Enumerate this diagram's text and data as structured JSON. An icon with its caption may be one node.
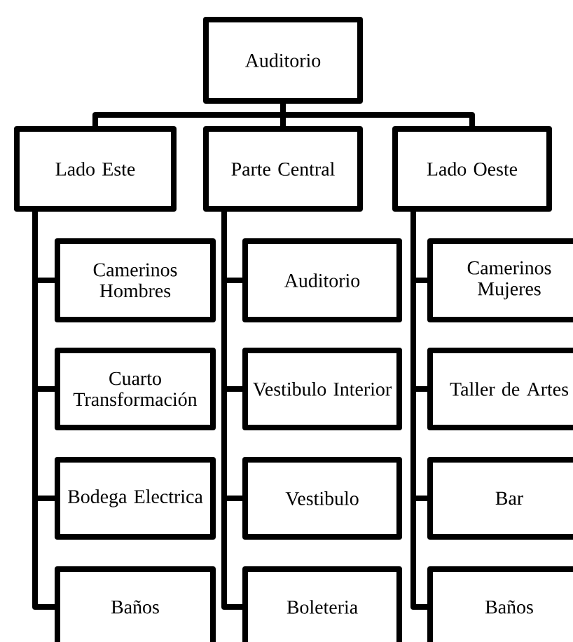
{
  "diagram": {
    "nodes": [
      {
        "text": [
          "Auditorio"
        ]
      },
      {
        "text": [
          "Lado Este"
        ]
      },
      {
        "text": [
          "Parte Central"
        ]
      },
      {
        "text": [
          "Lado Oeste"
        ]
      },
      {
        "text": [
          "Camerinos Hombres"
        ]
      },
      {
        "text": [
          "Cuarto Transformación"
        ]
      },
      {
        "text": [
          "Bodega Electrica"
        ]
      },
      {
        "text": [
          "Baños"
        ]
      },
      {
        "text": [
          "Auditorio"
        ]
      },
      {
        "text": [
          "Vestibulo Interior"
        ]
      },
      {
        "text": [
          "Vestibulo"
        ]
      },
      {
        "text": [
          "Boleteria"
        ]
      },
      {
        "text": [
          "Camerinos Mujeres"
        ]
      },
      {
        "text": [
          "Taller de Artes"
        ]
      },
      {
        "text": [
          "Bar"
        ]
      },
      {
        "text": [
          "Baños"
        ]
      }
    ],
    "edges": [
      {
        "from": 0,
        "to": 1,
        "arrow": "none"
      },
      {
        "from": 0,
        "to": 2,
        "arrow": "none"
      },
      {
        "from": 0,
        "to": 3,
        "arrow": "none"
      },
      {
        "from": 1,
        "to": 4,
        "arrow": "none"
      },
      {
        "from": 1,
        "to": 5,
        "arrow": "none"
      },
      {
        "from": 1,
        "to": 6,
        "arrow": "none"
      },
      {
        "from": 1,
        "to": 7,
        "arrow": "none"
      },
      {
        "from": 2,
        "to": 8,
        "arrow": "none"
      },
      {
        "from": 2,
        "to": 9,
        "arrow": "none"
      },
      {
        "from": 2,
        "to": 10,
        "arrow": "none"
      },
      {
        "from": 2,
        "to": 11,
        "arrow": "none"
      },
      {
        "from": 3,
        "to": 12,
        "arrow": "none"
      },
      {
        "from": 3,
        "to": 13,
        "arrow": "none"
      },
      {
        "from": 3,
        "to": 14,
        "arrow": "none"
      },
      {
        "from": 3,
        "to": 15,
        "arrow": "none"
      }
    ]
  }
}
